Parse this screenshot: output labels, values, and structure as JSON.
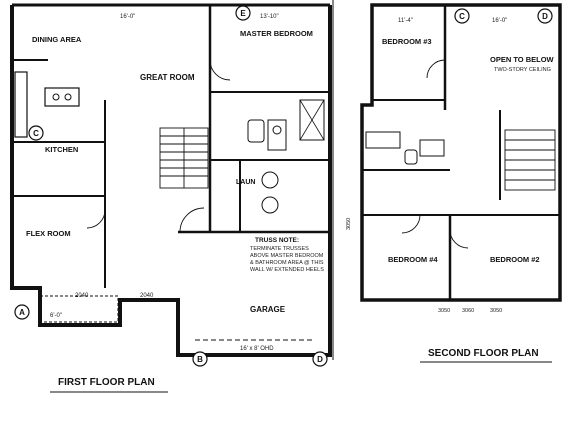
{
  "plans": {
    "first": {
      "title": "FIRST FLOOR PLAN",
      "rooms": {
        "dining": "DINING AREA",
        "great": "GREAT ROOM",
        "kitchen": "KITCHEN",
        "flex": "FLEX ROOM",
        "master": "MASTER BEDROOM",
        "laundry": "LAUN",
        "garage": "GARAGE"
      },
      "truss_note": [
        "TRUSS NOTE:",
        "TERMINATE TRUSSES",
        "ABOVE MASTER BEDROOM",
        "& BATHROOM AREA @ THIS",
        "WALL W/ EXTENDED HEELS"
      ],
      "dimensions": {
        "top_a": "16'-0\"",
        "top_b": "13'-10\"",
        "bottom_a": "2040",
        "bottom_b": "2040",
        "garage_door": "16' x 8' OHD",
        "front_door": "6'-0\""
      },
      "grid_marks": [
        "A",
        "B",
        "C",
        "D",
        "E"
      ]
    },
    "second": {
      "title": "SECOND FLOOR PLAN",
      "rooms": {
        "bed3": "BEDROOM #3",
        "open": "OPEN TO BELOW",
        "open_sub": "TWO-STORY CEILING",
        "bed4": "BEDROOM #4",
        "bed2": "BEDROOM #2"
      },
      "dimensions": {
        "top_a": "11'-4\"",
        "top_b": "16'-0\"",
        "windows": [
          "3050",
          "3060",
          "3050"
        ],
        "win_left": "3050"
      },
      "grid_marks": [
        "C",
        "D"
      ]
    }
  }
}
